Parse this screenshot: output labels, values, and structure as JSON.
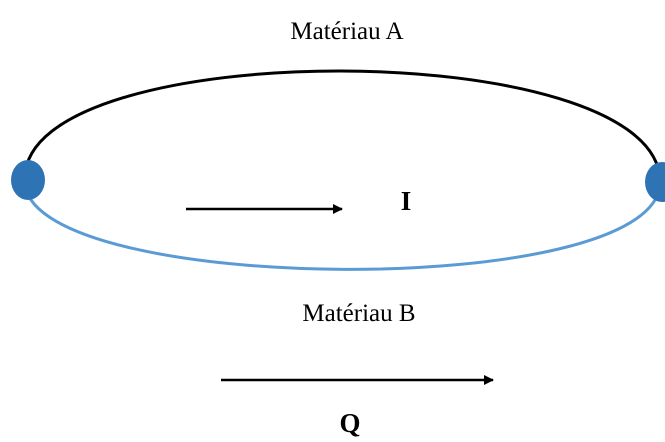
{
  "diagram": {
    "material_a_label": "Matériau A",
    "material_b_label": "Matériau B",
    "current_label": "I",
    "heat_label": "Q"
  },
  "colors": {
    "material_a_wire": "#000000",
    "material_b_wire": "#5B9BD5",
    "junction": "#2E74B5",
    "arrow": "#000000"
  }
}
